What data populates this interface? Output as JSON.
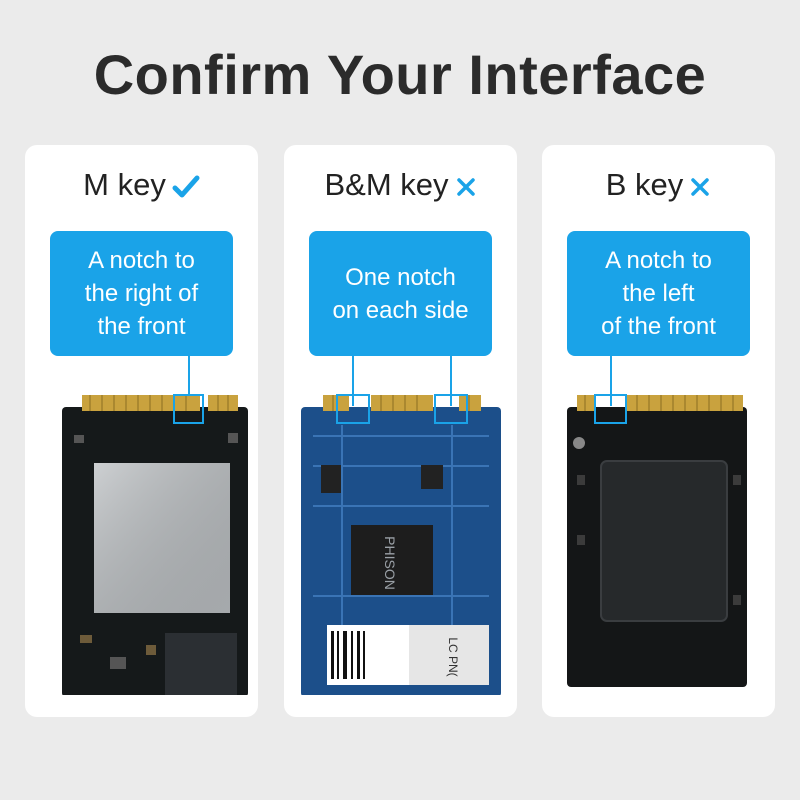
{
  "title": "Confirm Your Interface",
  "cards": [
    {
      "key": "M key",
      "mark": "check-icon",
      "callout": "A notch to\nthe right of\nthe front"
    },
    {
      "key": "B&M key",
      "mark": "cross-icon",
      "callout": "One notch\non each side"
    },
    {
      "key": "B key",
      "mark": "cross-icon",
      "callout": "A notch to\nthe left\nof the front"
    }
  ],
  "pcb_label": "LC PN(",
  "chip_label": "PHISON",
  "colors": {
    "accent": "#1aa3e8",
    "background": "#ebebeb",
    "card": "#ffffff",
    "title": "#2b2b2b"
  }
}
